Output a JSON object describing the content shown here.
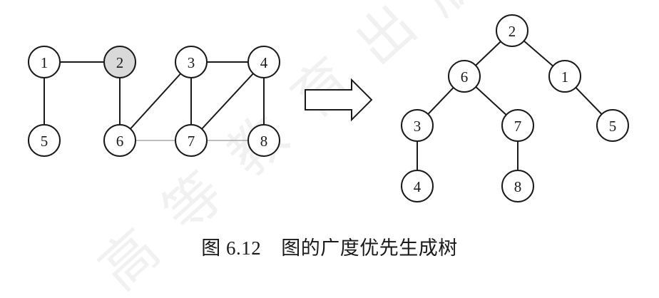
{
  "figure": {
    "caption_number": "图 6.12",
    "caption_title": "图的广度优先生成树",
    "watermark": "高等教育出版社",
    "highlight_color": "#d9d9d9"
  },
  "graph": {
    "nodes": [
      "1",
      "2",
      "3",
      "4",
      "5",
      "6",
      "7",
      "8"
    ],
    "highlighted_node": "2",
    "edges": [
      [
        "1",
        "2"
      ],
      [
        "1",
        "5"
      ],
      [
        "2",
        "6"
      ],
      [
        "3",
        "4"
      ],
      [
        "3",
        "6"
      ],
      [
        "3",
        "7"
      ],
      [
        "4",
        "7"
      ],
      [
        "4",
        "8"
      ],
      [
        "6",
        "7"
      ],
      [
        "7",
        "8"
      ]
    ]
  },
  "spanning_tree": {
    "nodes": [
      "2",
      "6",
      "1",
      "3",
      "7",
      "5",
      "4",
      "8"
    ],
    "edges": [
      [
        "2",
        "6"
      ],
      [
        "2",
        "1"
      ],
      [
        "6",
        "3"
      ],
      [
        "6",
        "7"
      ],
      [
        "1",
        "5"
      ],
      [
        "3",
        "4"
      ],
      [
        "7",
        "8"
      ]
    ]
  }
}
